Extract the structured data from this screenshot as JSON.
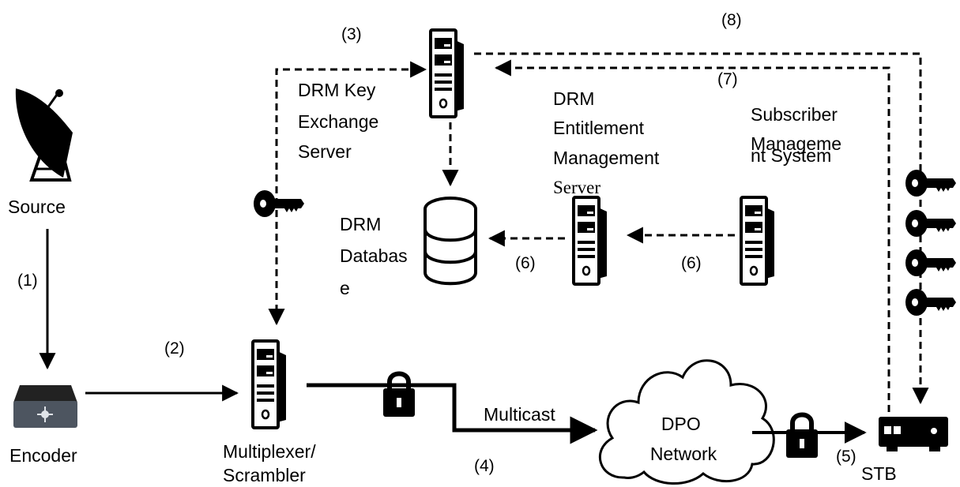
{
  "nodes": {
    "source": "Source",
    "encoder": "Encoder",
    "multiplexer": [
      "Multiplexer/",
      "Scrambler"
    ],
    "key_exchange": [
      "DRM Key",
      "Exchange",
      "Server"
    ],
    "entitlement": [
      "DRM",
      "Entitlement",
      "Management",
      "Server"
    ],
    "subscriber": [
      "Subscriber",
      "Manageme",
      "nt System"
    ],
    "database": [
      "DRM",
      "Databas",
      "e"
    ],
    "dpo": [
      "DPO",
      "Network"
    ],
    "stb": "STB"
  },
  "edges": {
    "multicast": "Multicast",
    "step1": "(1)",
    "step2": "(2)",
    "step3": "(3)",
    "step4": "(4)",
    "step5": "(5)",
    "step6a": "(6)",
    "step6b": "(6)",
    "step7": "(7)",
    "step8": "(8)"
  },
  "icons": [
    "satellite-dish-icon",
    "encoder-box-icon",
    "server-icon",
    "database-icon",
    "cloud-icon",
    "padlock-icon",
    "key-icon",
    "set-top-box-icon"
  ]
}
